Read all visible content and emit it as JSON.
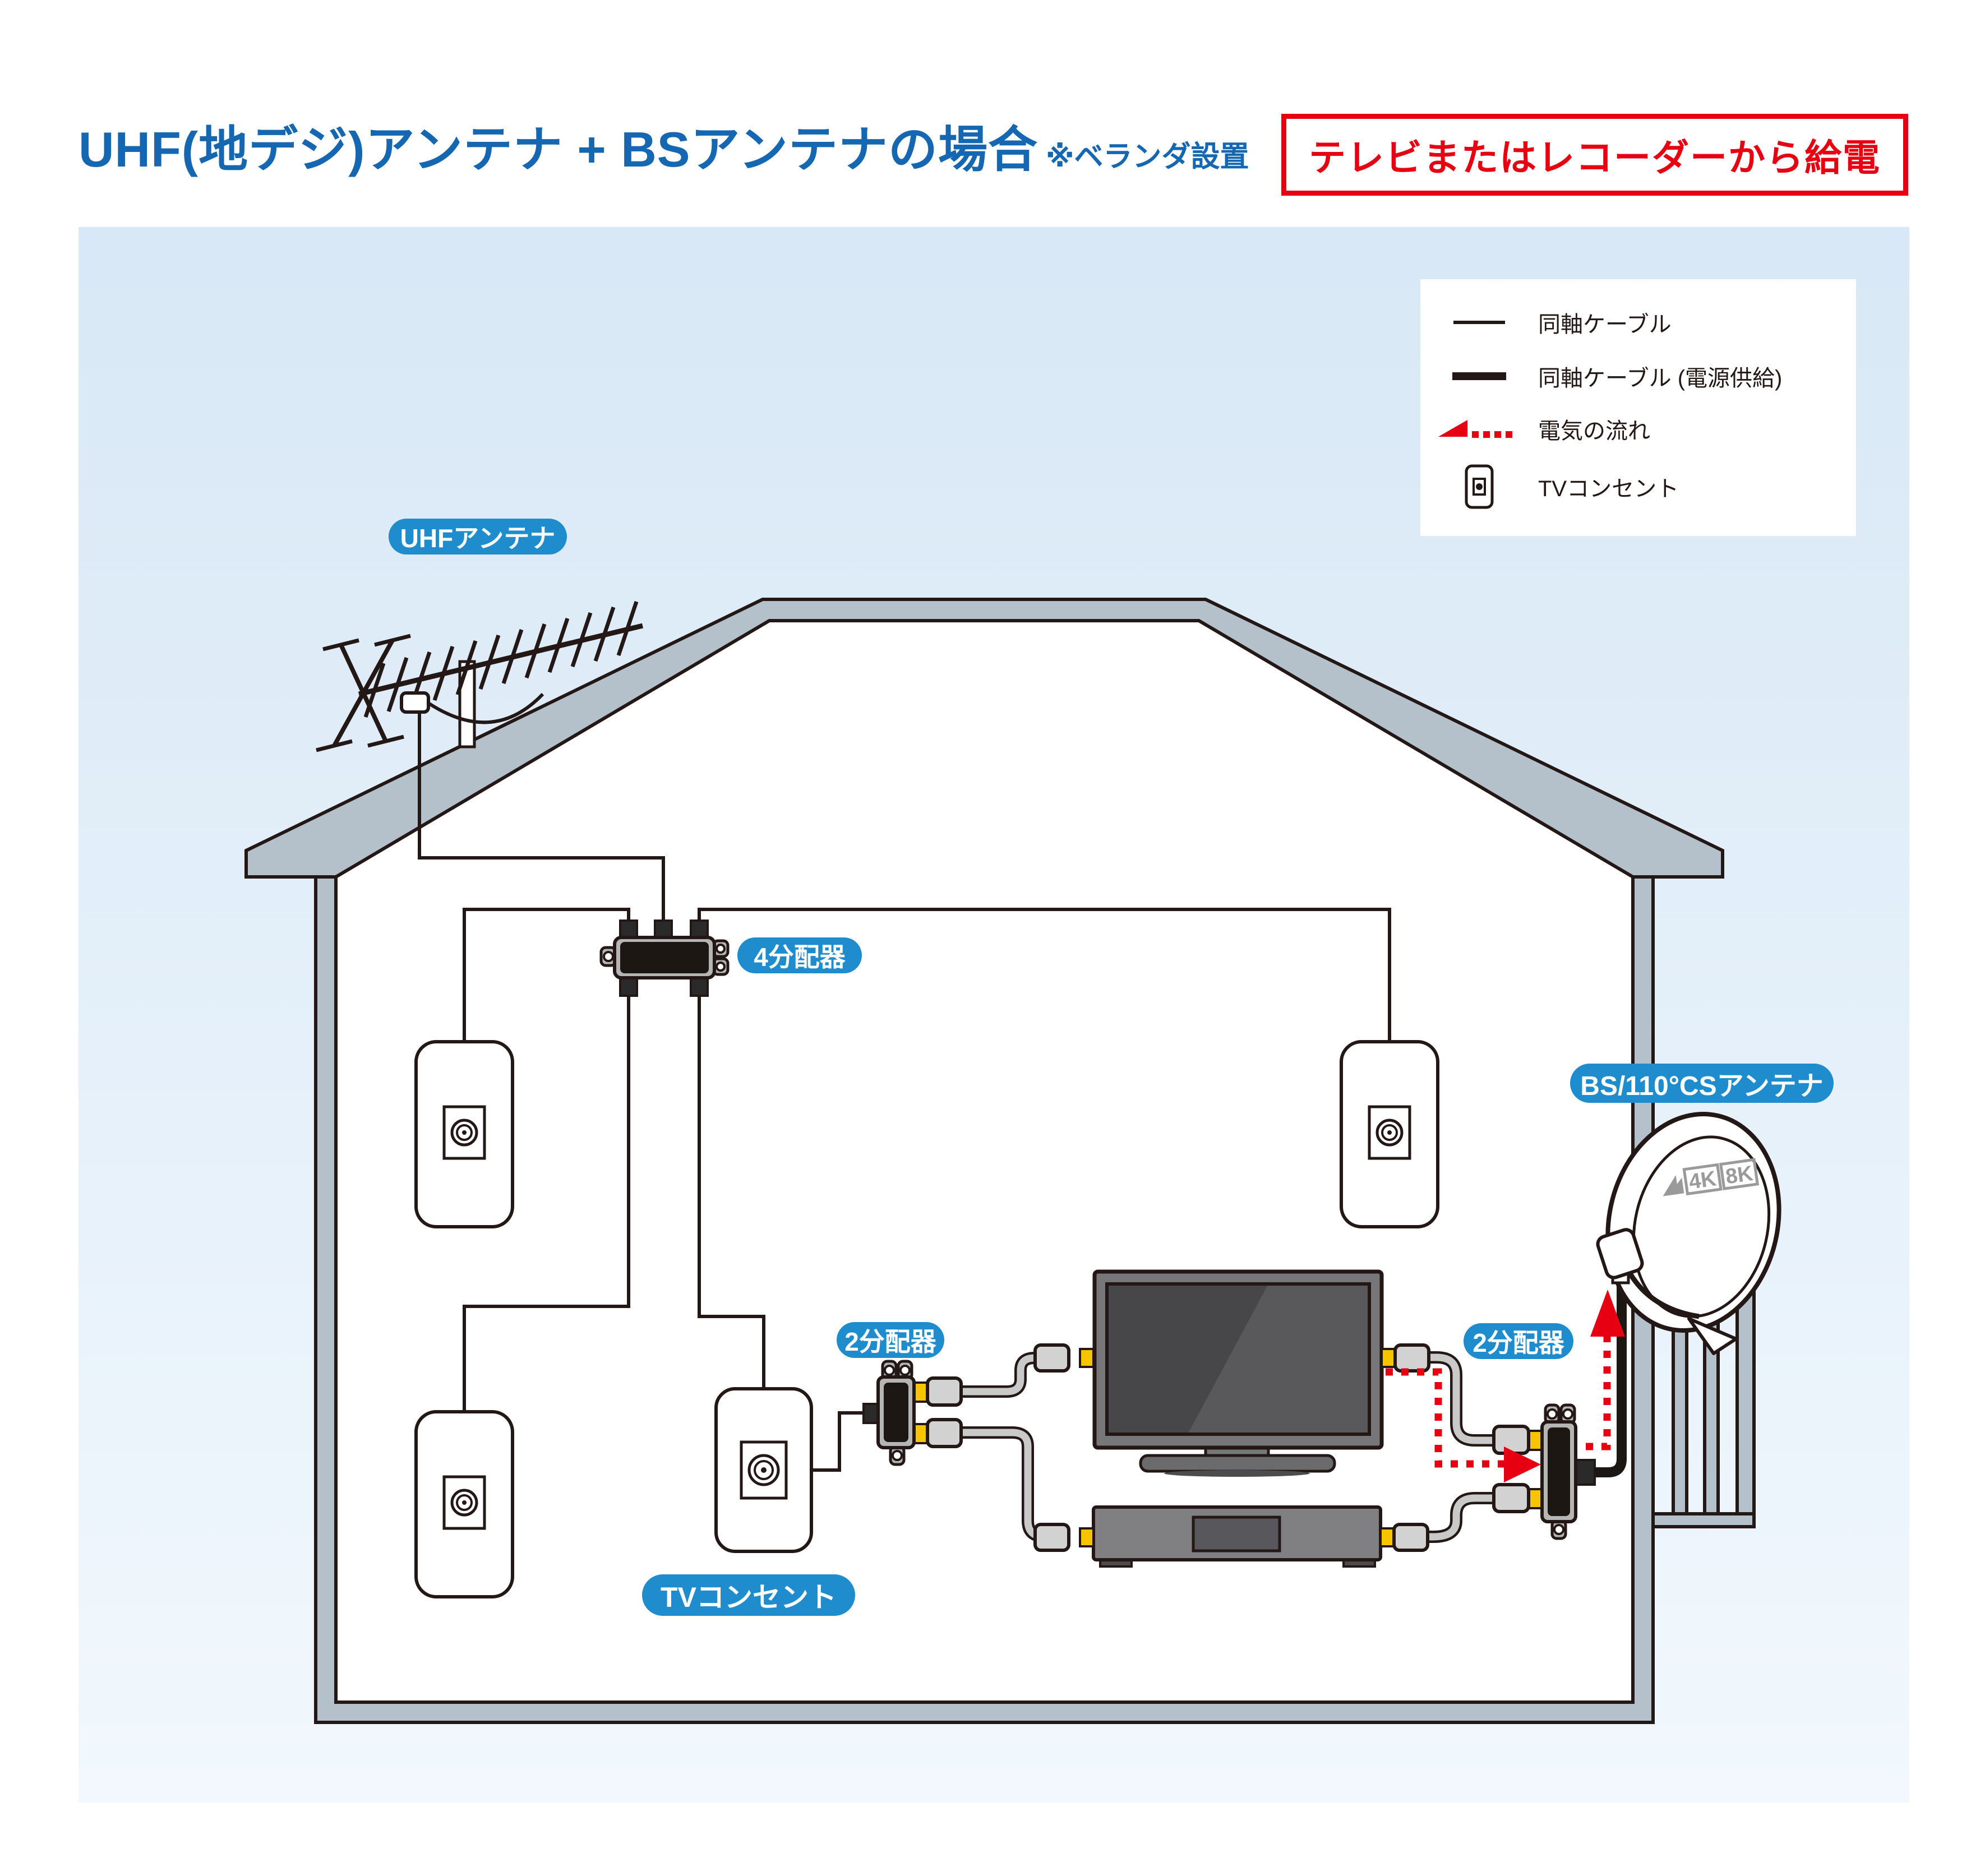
{
  "title": {
    "main": "UHF(地デジ)アンテナ + BSアンテナの場合",
    "note": "※ベランダ設置"
  },
  "power_note": {
    "text": "テレビまたはレコーダーから給電"
  },
  "legend": {
    "items": [
      {
        "icon": "thin-coax-line-icon",
        "label": "同軸ケーブル"
      },
      {
        "icon": "thick-coax-line-icon",
        "label": "同軸ケーブル (電源供給)"
      },
      {
        "icon": "power-flow-arrow-icon",
        "label": "電気の流れ"
      },
      {
        "icon": "tv-outlet-icon",
        "label": "TVコンセント"
      }
    ]
  },
  "labels": {
    "uhf_antenna": "UHFアンテナ",
    "splitter_4way": "4分配器",
    "bs_antenna": "BS/110°CSアンテナ",
    "splitter_2way_left": "2分配器",
    "splitter_2way_right": "2分配器",
    "tv_outlet": "TVコンセント"
  },
  "dish": {
    "logo_4k": "4K",
    "logo_8k": "8K"
  },
  "colors": {
    "title_blue": "#1667b2",
    "label_pill_blue": "#1e8ccd",
    "alert_red": "#e60012",
    "house_gray": "#b4c1cb",
    "outline_dark": "#231815",
    "cable_port_yellow": "#f7c400",
    "diagram_background_blue": "#d8e8f6"
  }
}
